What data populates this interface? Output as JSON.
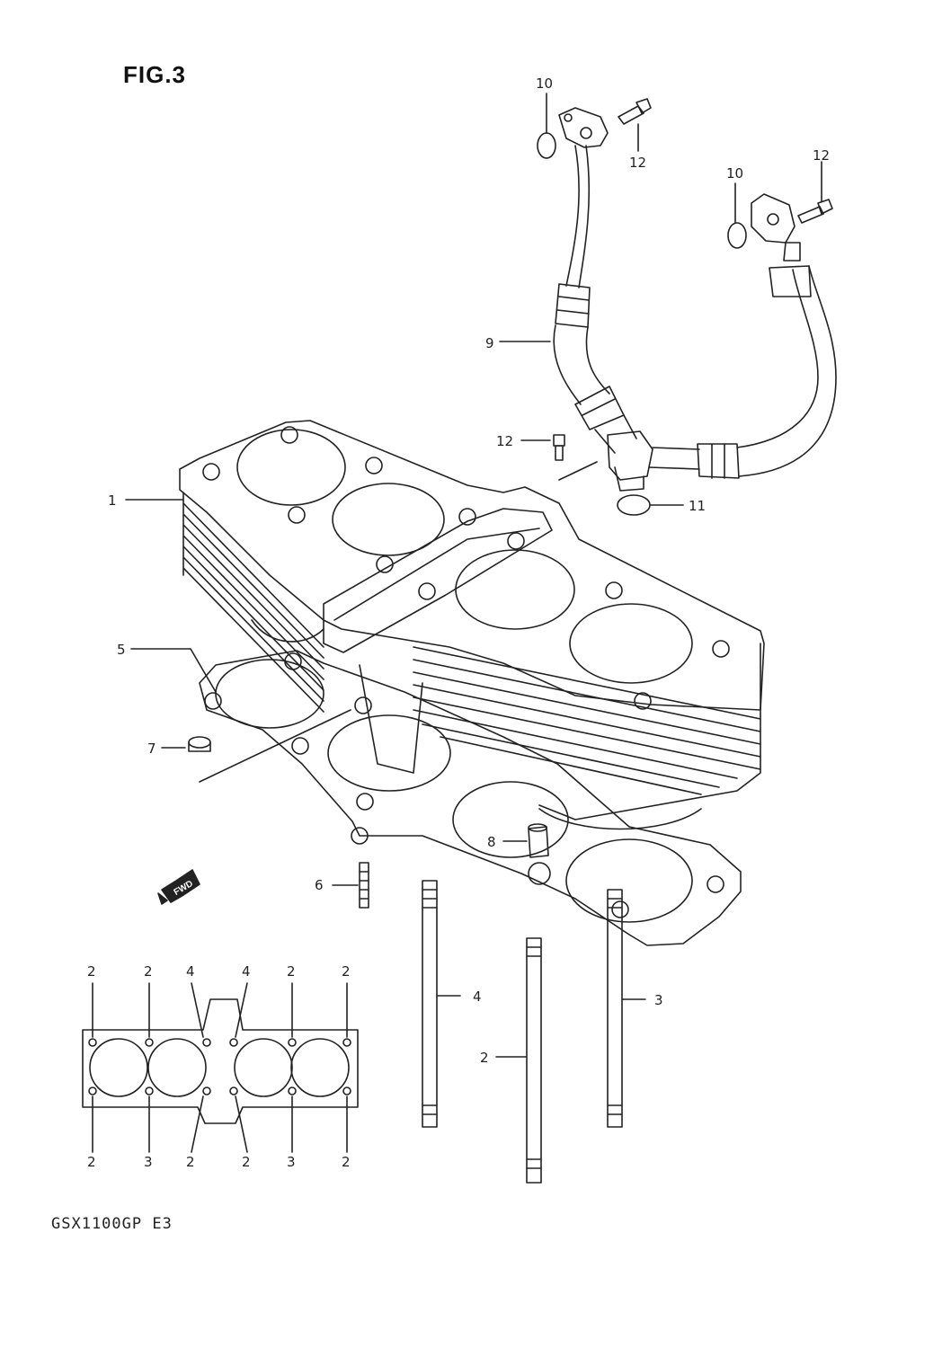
{
  "figure": {
    "title": "FIG.3",
    "model_code": "GSX1100GP  E3"
  },
  "callouts": {
    "c1": "1",
    "c5": "5",
    "c7": "7",
    "c6": "6",
    "c8": "8",
    "c9": "9",
    "c10a": "10",
    "c10b": "10",
    "c11": "11",
    "c12a": "12",
    "c12b": "12",
    "c12c": "12",
    "c4": "4",
    "c2": "2",
    "c3": "3"
  },
  "fwd_label": "FWD",
  "stud_legend": {
    "top": [
      "2",
      "2",
      "4",
      "4",
      "2",
      "2"
    ],
    "bottom": [
      "2",
      "3",
      "2",
      "2",
      "3",
      "2"
    ]
  },
  "colors": {
    "ink": "#222222",
    "background": "#ffffff"
  }
}
